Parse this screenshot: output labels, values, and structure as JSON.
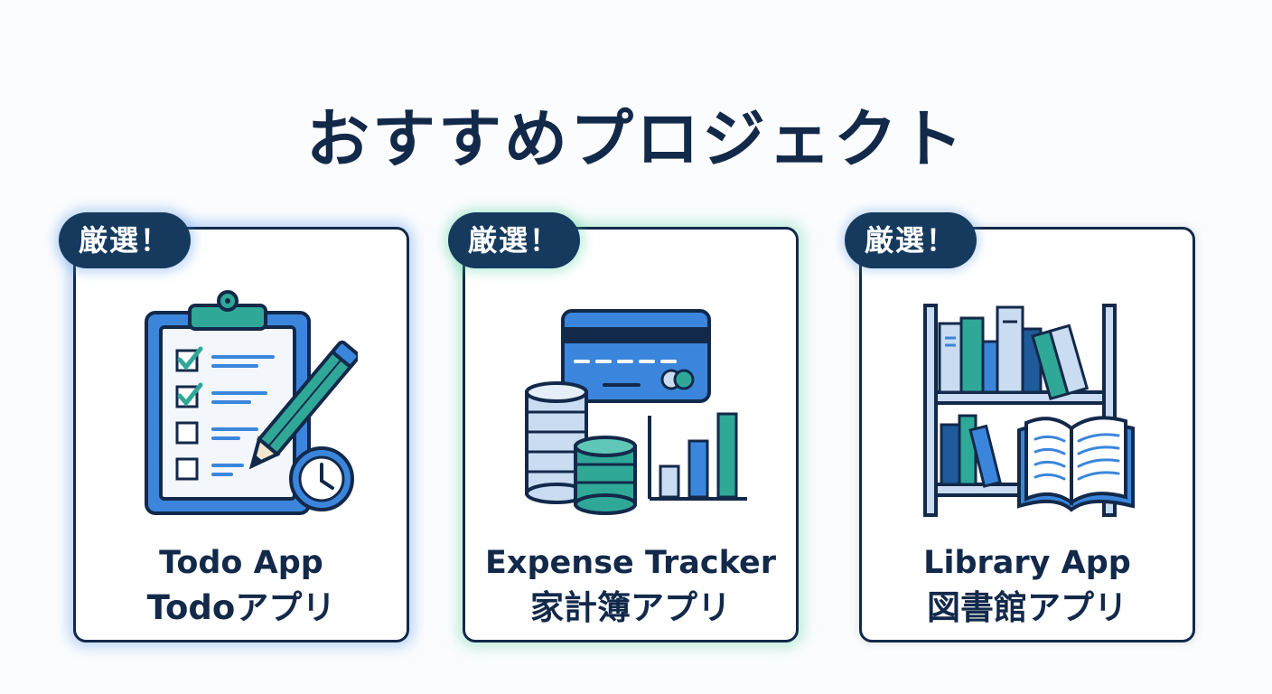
{
  "header": {
    "title": "おすすめプロジェクト"
  },
  "cards": [
    {
      "badge": "厳選！",
      "name_en": "Todo App",
      "name_ja": "Todoアプリ",
      "icon": "clipboard-checklist-icon"
    },
    {
      "badge": "厳選！",
      "name_en": "Expense Tracker",
      "name_ja": "家計簿アプリ",
      "icon": "credit-card-coins-chart-icon"
    },
    {
      "badge": "厳選！",
      "name_en": "Library App",
      "name_ja": "図書館アプリ",
      "icon": "bookshelf-open-book-icon"
    }
  ],
  "colors": {
    "navy": "#12294a",
    "badge": "#163a5e",
    "blue": "#3b86dc",
    "light_blue": "#c9dcf1",
    "teal": "#2fa898"
  }
}
